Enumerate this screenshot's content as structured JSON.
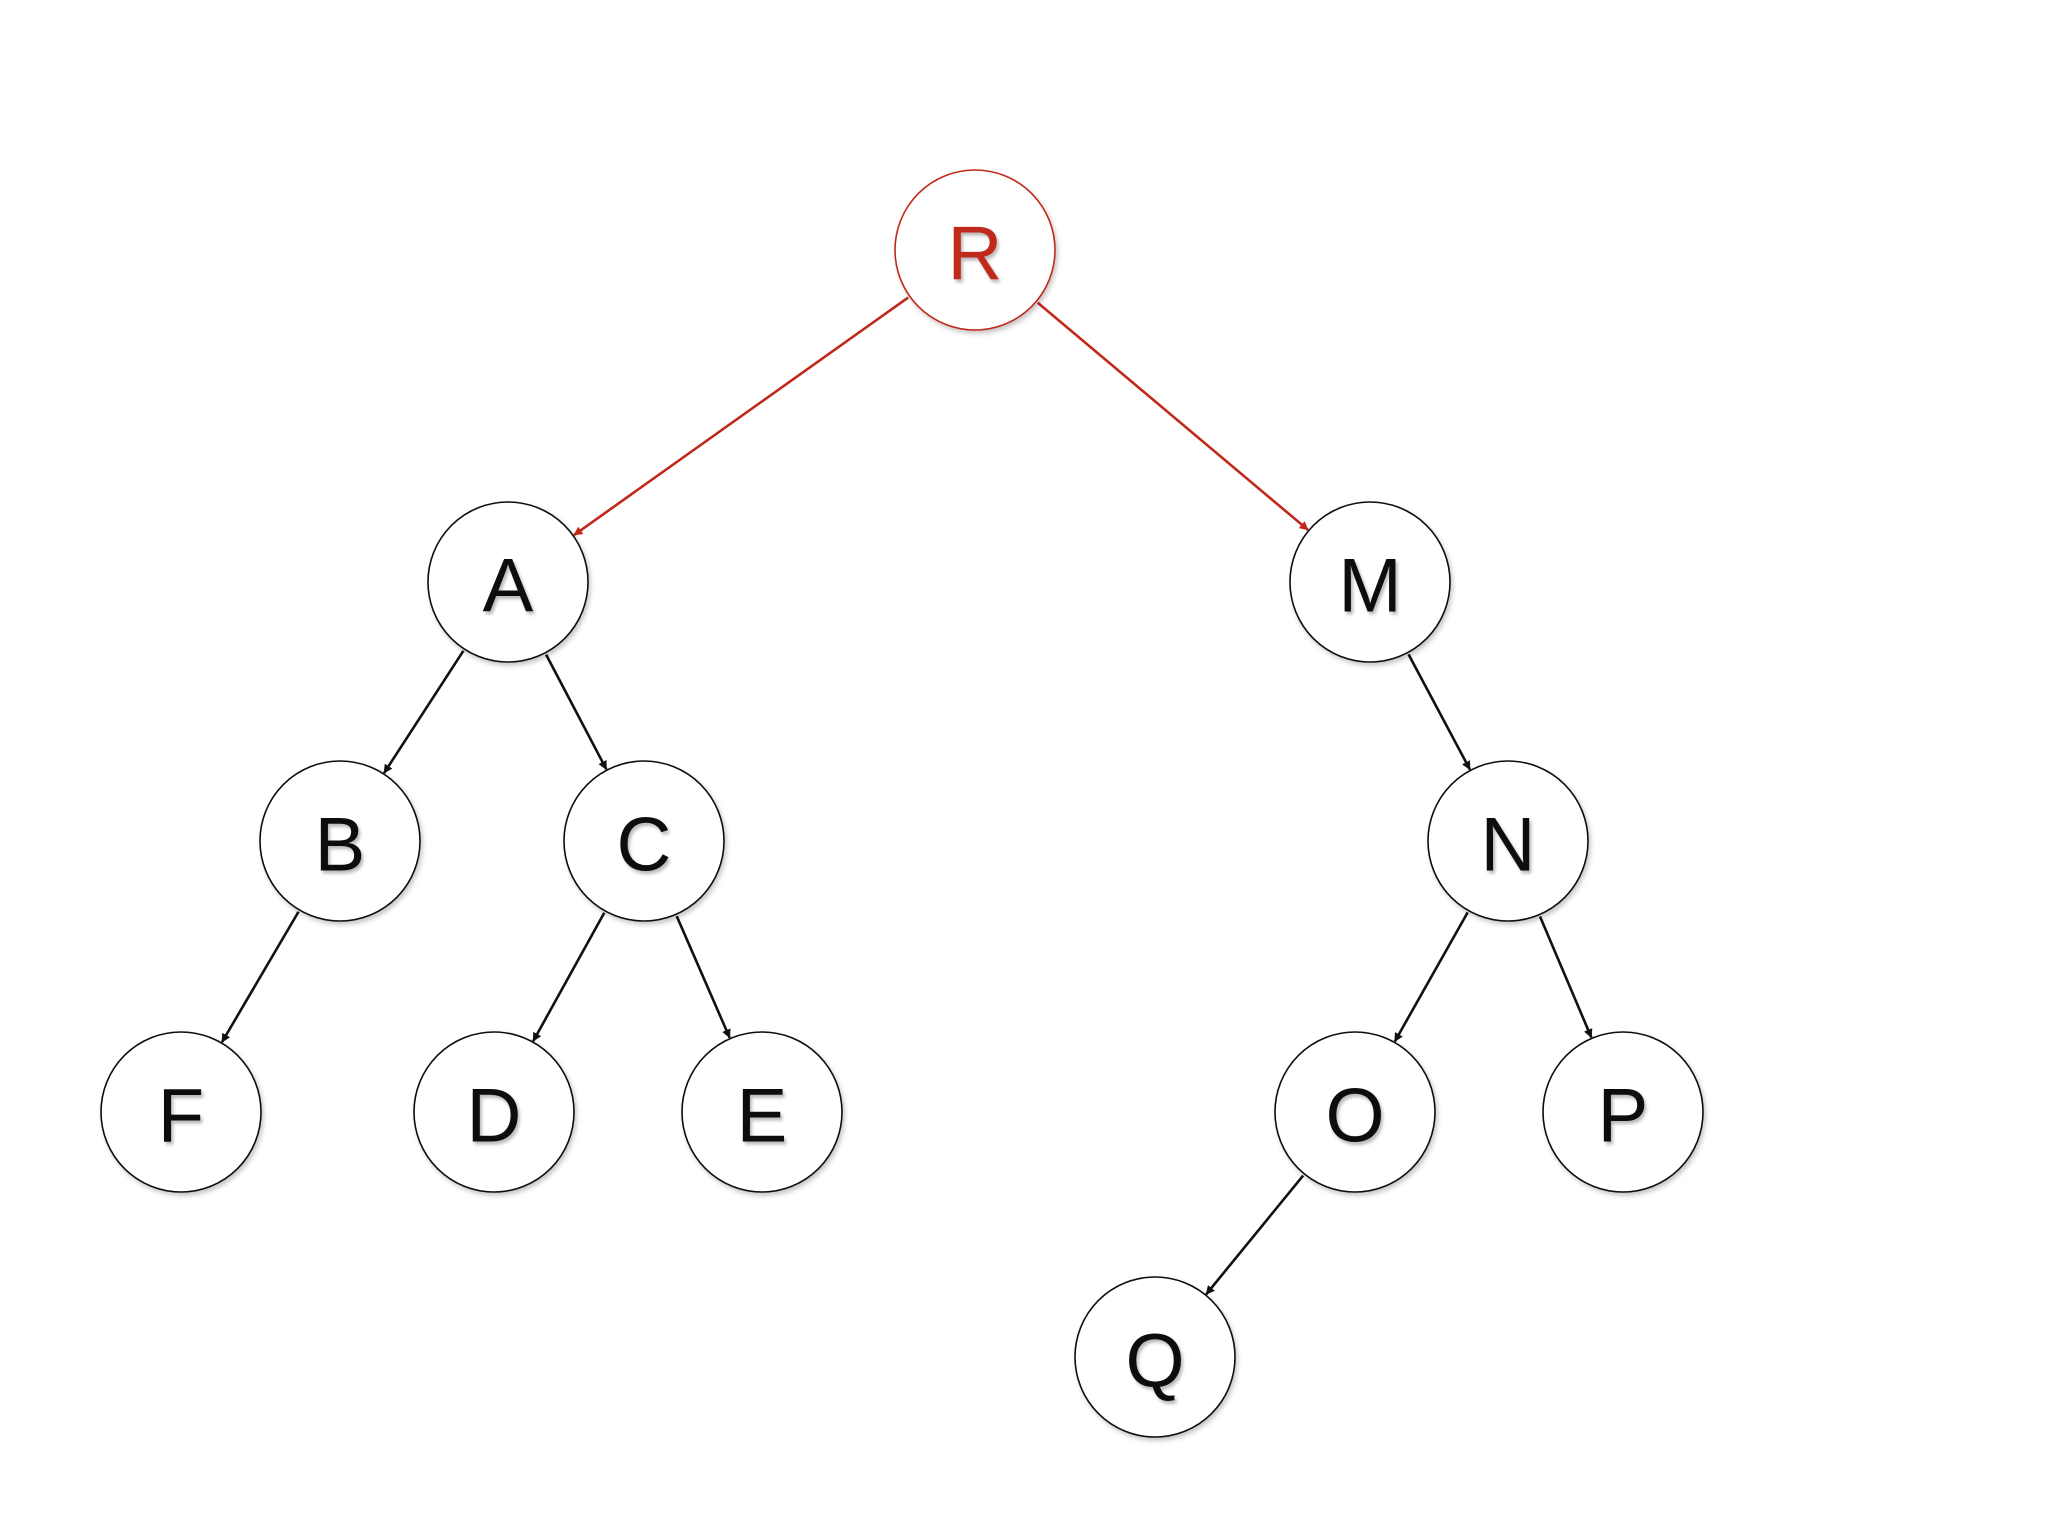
{
  "diagram": {
    "type": "binary-tree",
    "root": "R",
    "colors": {
      "highlight": "#c0291a",
      "default": "#111111"
    },
    "nodes": [
      {
        "id": "R",
        "label": "R",
        "highlight": true
      },
      {
        "id": "A",
        "label": "A",
        "highlight": false
      },
      {
        "id": "M",
        "label": "M",
        "highlight": false
      },
      {
        "id": "B",
        "label": "B",
        "highlight": false
      },
      {
        "id": "C",
        "label": "C",
        "highlight": false
      },
      {
        "id": "N",
        "label": "N",
        "highlight": false
      },
      {
        "id": "F",
        "label": "F",
        "highlight": false
      },
      {
        "id": "D",
        "label": "D",
        "highlight": false
      },
      {
        "id": "E",
        "label": "E",
        "highlight": false
      },
      {
        "id": "O",
        "label": "O",
        "highlight": false
      },
      {
        "id": "P",
        "label": "P",
        "highlight": false
      },
      {
        "id": "Q",
        "label": "Q",
        "highlight": false
      }
    ],
    "edges": [
      {
        "from": "R",
        "to": "A",
        "highlight": true
      },
      {
        "from": "R",
        "to": "M",
        "highlight": true
      },
      {
        "from": "A",
        "to": "B",
        "highlight": false
      },
      {
        "from": "A",
        "to": "C",
        "highlight": false
      },
      {
        "from": "B",
        "to": "F",
        "highlight": false
      },
      {
        "from": "C",
        "to": "D",
        "highlight": false
      },
      {
        "from": "C",
        "to": "E",
        "highlight": false
      },
      {
        "from": "M",
        "to": "N",
        "highlight": false
      },
      {
        "from": "N",
        "to": "O",
        "highlight": false
      },
      {
        "from": "N",
        "to": "P",
        "highlight": false
      },
      {
        "from": "O",
        "to": "Q",
        "highlight": false
      }
    ]
  }
}
